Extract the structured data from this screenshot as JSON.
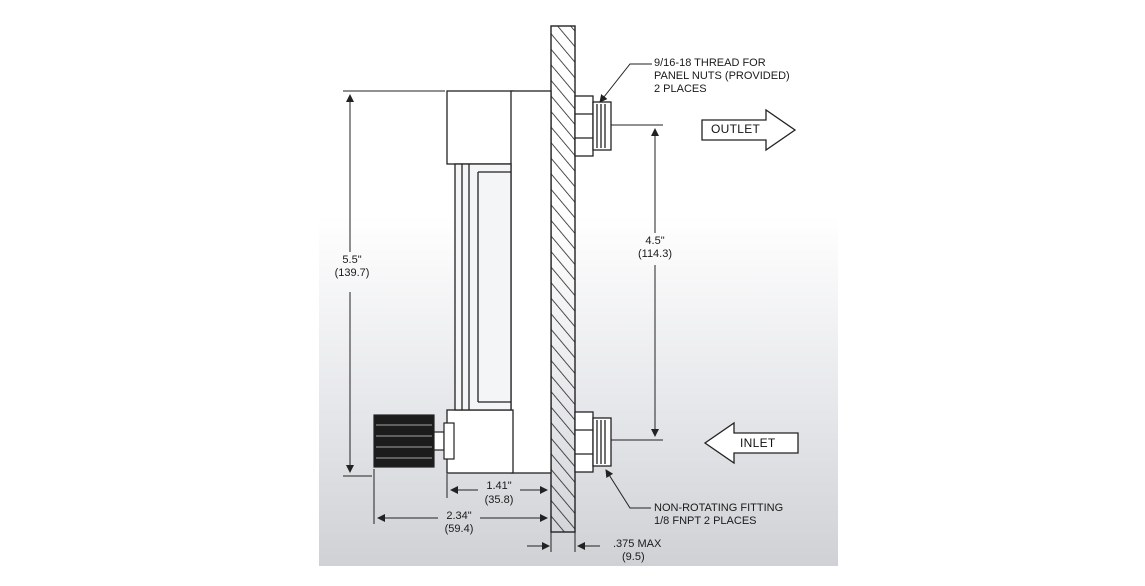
{
  "labels": {
    "thread_line1": "9/16-18 THREAD FOR",
    "thread_line2": "PANEL NUTS (PROVIDED)",
    "thread_line3": "2 PLACES",
    "outlet": "OUTLET",
    "inlet": "INLET",
    "height_in": "5.5\"",
    "height_mm": "(139.7)",
    "spacing_in": "4.5\"",
    "spacing_mm": "(114.3)",
    "depth_short_in": "1.41\"",
    "depth_short_mm": "(35.8)",
    "depth_long_in": "2.34\"",
    "depth_long_mm": "(59.4)",
    "fitting_line1": "NON-ROTATING FITTING",
    "fitting_line2": "1/8 FNPT 2 PLACES",
    "panel_max_in": ".375 MAX",
    "panel_max_mm": "(9.5)"
  }
}
